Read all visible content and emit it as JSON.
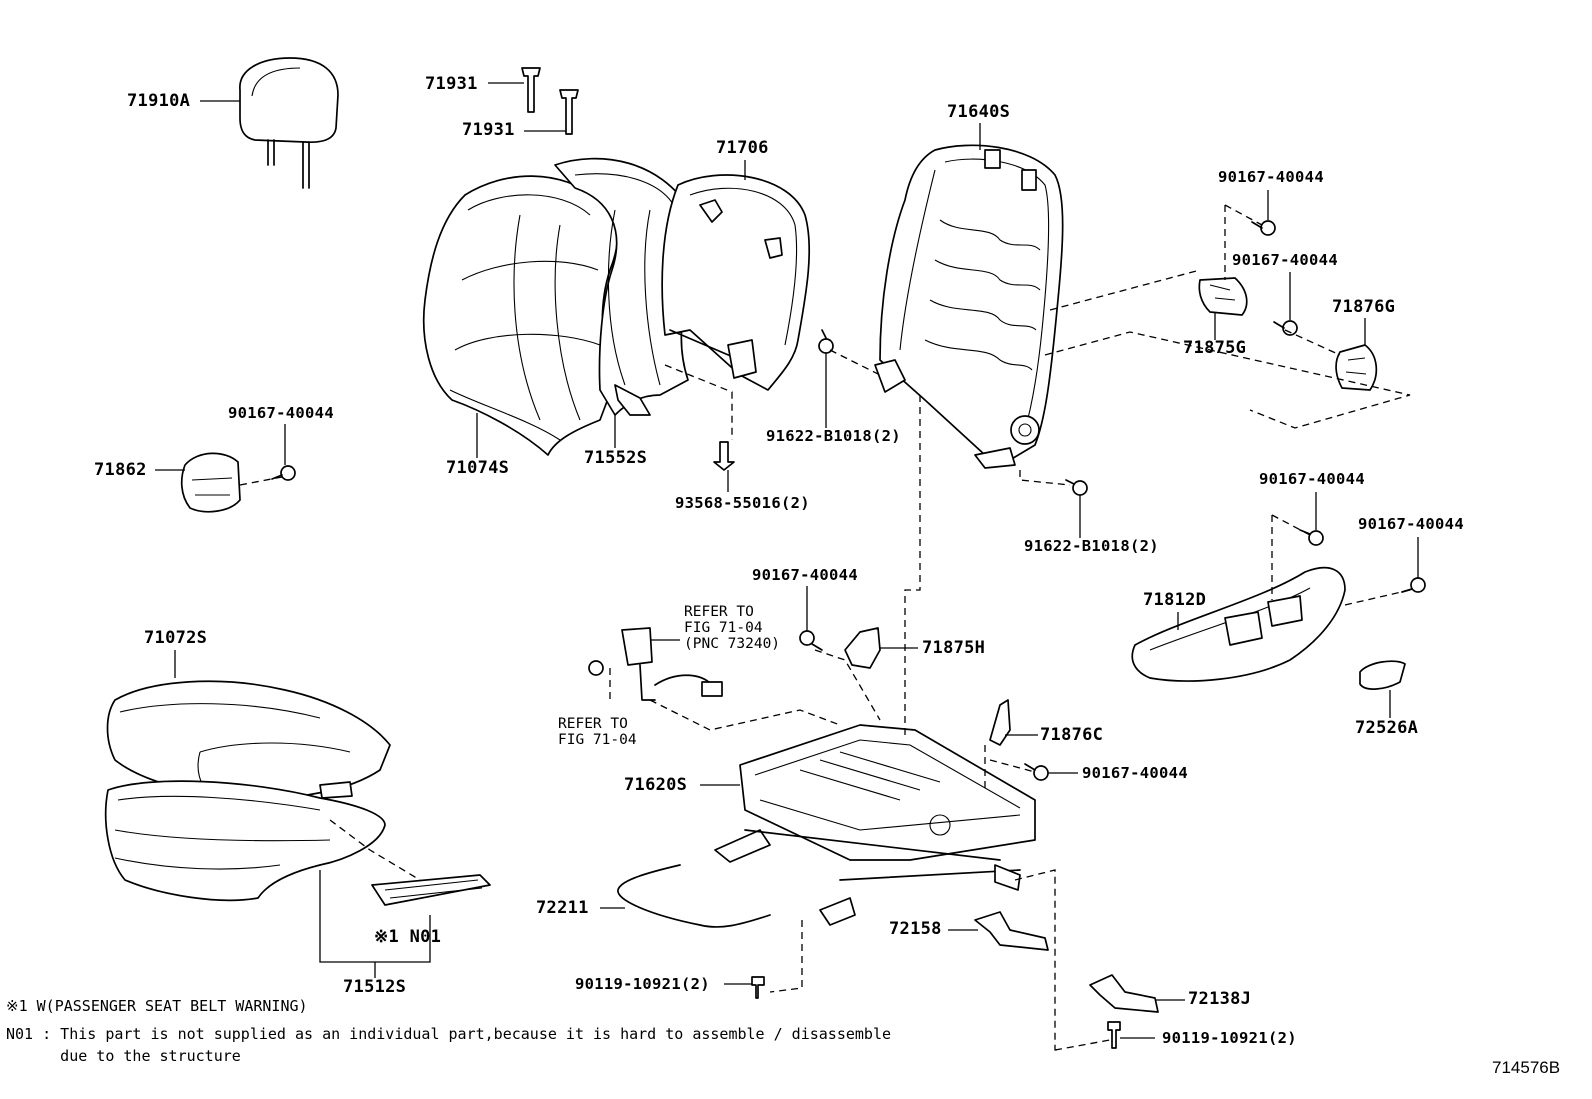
{
  "figure_id": "714576B",
  "parts": {
    "p71910A": "71910A",
    "p71931a": "71931",
    "p71931b": "71931",
    "p71706": "71706",
    "p71640S": "71640S",
    "p90167_a": "90167-40044",
    "p90167_b": "90167-40044",
    "p71876G": "71876G",
    "p71875G": "71875G",
    "p90167_c": "90167-40044",
    "p71862": "71862",
    "p71074S": "71074S",
    "p71552S": "71552S",
    "p91622_a": "91622-B1018(2)",
    "p93568": "93568-55016(2)",
    "p91622_b": "91622-B1018(2)",
    "p90167_d": "90167-40044",
    "p90167_e": "90167-40044",
    "p71812D": "71812D",
    "p90167_f": "90167-40044",
    "p71875H": "71875H",
    "p71072S": "71072S",
    "p72526A": "72526A",
    "p71876C": "71876C",
    "p90167_g": "90167-40044",
    "p71620S": "71620S",
    "p72211": "72211",
    "p72158": "72158",
    "p71512S": "71512S",
    "p90119_a": "90119-10921(2)",
    "p72138J": "72138J",
    "p90119_b": "90119-10921(2)",
    "pN01": "※1 N01"
  },
  "refs": {
    "ref1_line1": "REFER TO",
    "ref1_line2": "FIG 71-04",
    "ref1_line3": "(PNC 73240)",
    "ref2_line1": "REFER TO",
    "ref2_line2": "FIG 71-04"
  },
  "notes": {
    "note1": "※1 W(PASSENGER SEAT BELT WARNING)",
    "note2_line1": "N01 : This part is not supplied as an individual part,because it is hard to assemble / disassemble",
    "note2_line2": "      due to the structure"
  },
  "icons": [
    "headrest-icon",
    "seat-back-cover-icon",
    "seat-frame-icon",
    "bolt-icon",
    "clip-icon",
    "seat-track-icon",
    "seat-cushion-icon",
    "seat-belt-buckle-icon"
  ]
}
